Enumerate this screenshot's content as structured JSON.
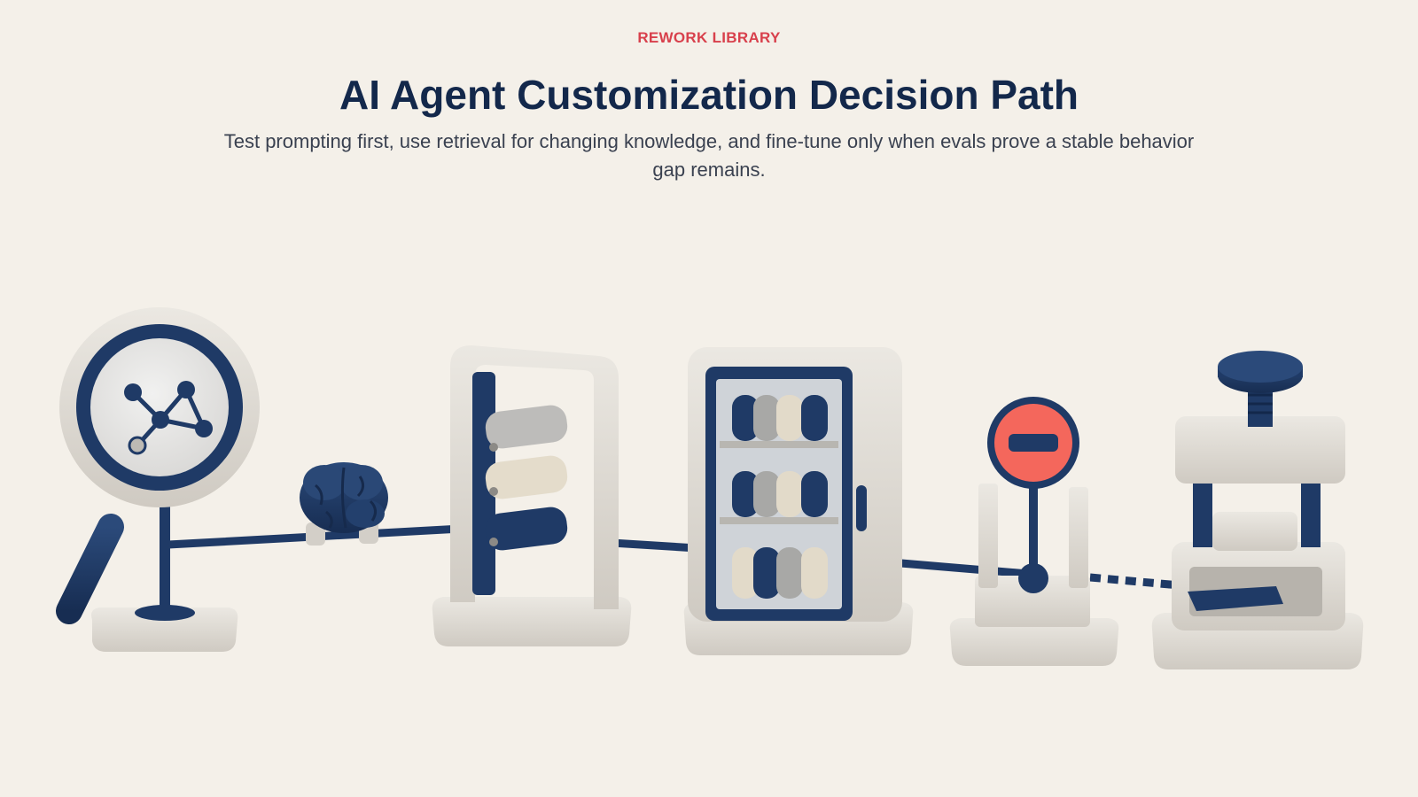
{
  "header": {
    "eyebrow": "REWORK LIBRARY",
    "title": "AI Agent Customization Decision Path",
    "subtitle": "Test prompting first, use retrieval for changing knowledge, and fine-tune only when evals prove a stable behavior gap remains."
  },
  "colors": {
    "background": "#f4f0e9",
    "accent": "#d8404c",
    "title": "#13284b",
    "navy": "#1f3a66",
    "stone": "#dedad3",
    "cream": "#e6dccb",
    "stop_red": "#f4675c"
  },
  "stations": [
    {
      "name": "magnifier",
      "icon": "magnifying-glass-network-icon"
    },
    {
      "name": "brain",
      "icon": "brain-icon"
    },
    {
      "name": "prompt-frame",
      "icon": "prompt-tags-frame-icon"
    },
    {
      "name": "retrieval-cabinet",
      "icon": "knowledge-cabinet-icon"
    },
    {
      "name": "stop-gate",
      "icon": "stop-sign-icon"
    },
    {
      "name": "fine-tune-press",
      "icon": "fine-tune-press-icon"
    }
  ]
}
